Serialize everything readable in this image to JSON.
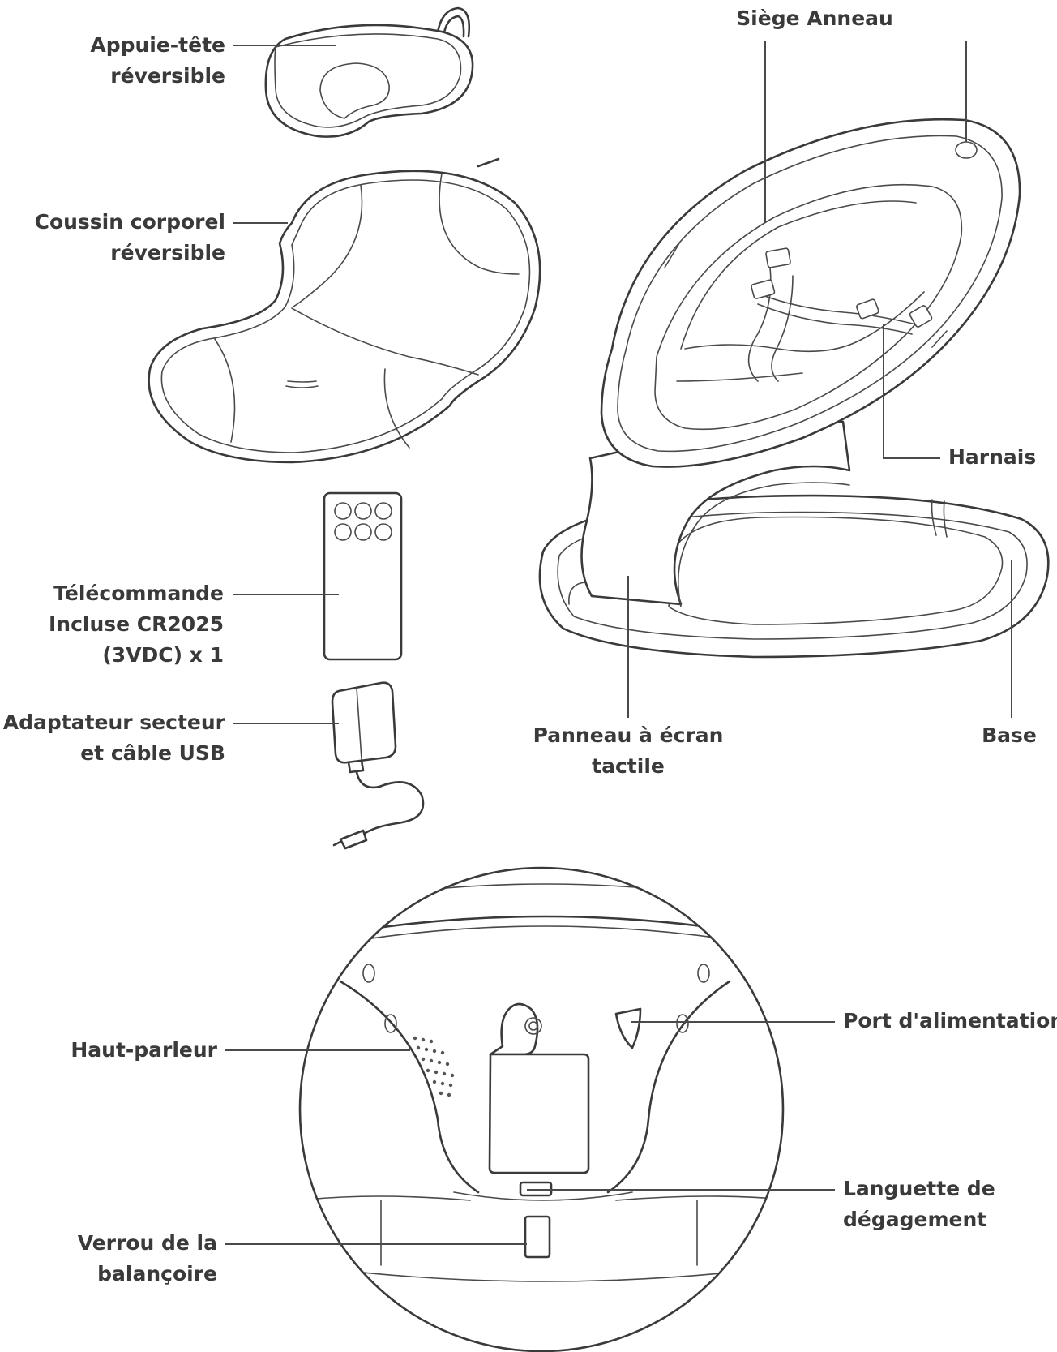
{
  "labels": {
    "appuie_tete": [
      "Appuie-tête",
      "réversible"
    ],
    "coussin": [
      "Coussin corporel",
      "réversible"
    ],
    "telecommande": [
      "Télécommande",
      "Incluse CR2025",
      "(3VDC) x 1"
    ],
    "adaptateur": [
      "Adaptateur secteur",
      "et câble USB"
    ],
    "siege": [
      "Siège Anneau"
    ],
    "harnais": [
      "Harnais"
    ],
    "panneau": [
      "Panneau à écran",
      "tactile"
    ],
    "base": [
      "Base"
    ],
    "haut_parleur": [
      "Haut-parleur"
    ],
    "port": [
      "Port d'alimentation"
    ],
    "languette": [
      "Languette de",
      "dégagement"
    ],
    "verrou": [
      "Verrou de la",
      "balançoire"
    ]
  },
  "colors": {
    "ink": "#3a3a3a",
    "background": "#ffffff"
  }
}
